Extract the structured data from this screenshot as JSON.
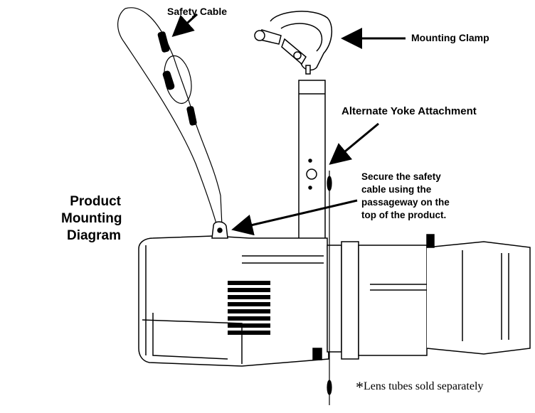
{
  "labels": {
    "safety_cable": "Safety Cable",
    "mounting_clamp": "Mounting Clamp",
    "alternate_yoke": "Alternate Yoke Attachment",
    "secure_note": [
      "Secure the safety",
      "cable using the",
      "passageway on the",
      "top of the product."
    ],
    "diagram_title": [
      "Product",
      "Mounting",
      "Diagram"
    ],
    "lens_note_star": "*",
    "lens_note_text": "Lens tubes sold separately"
  },
  "colors": {
    "ink": "#000000",
    "paper": "#ffffff"
  },
  "icons": {
    "clamp": "mounting-clamp-icon",
    "fixture": "ellipsoidal-spotlight-fixture",
    "cable": "safety-cable-loop"
  }
}
